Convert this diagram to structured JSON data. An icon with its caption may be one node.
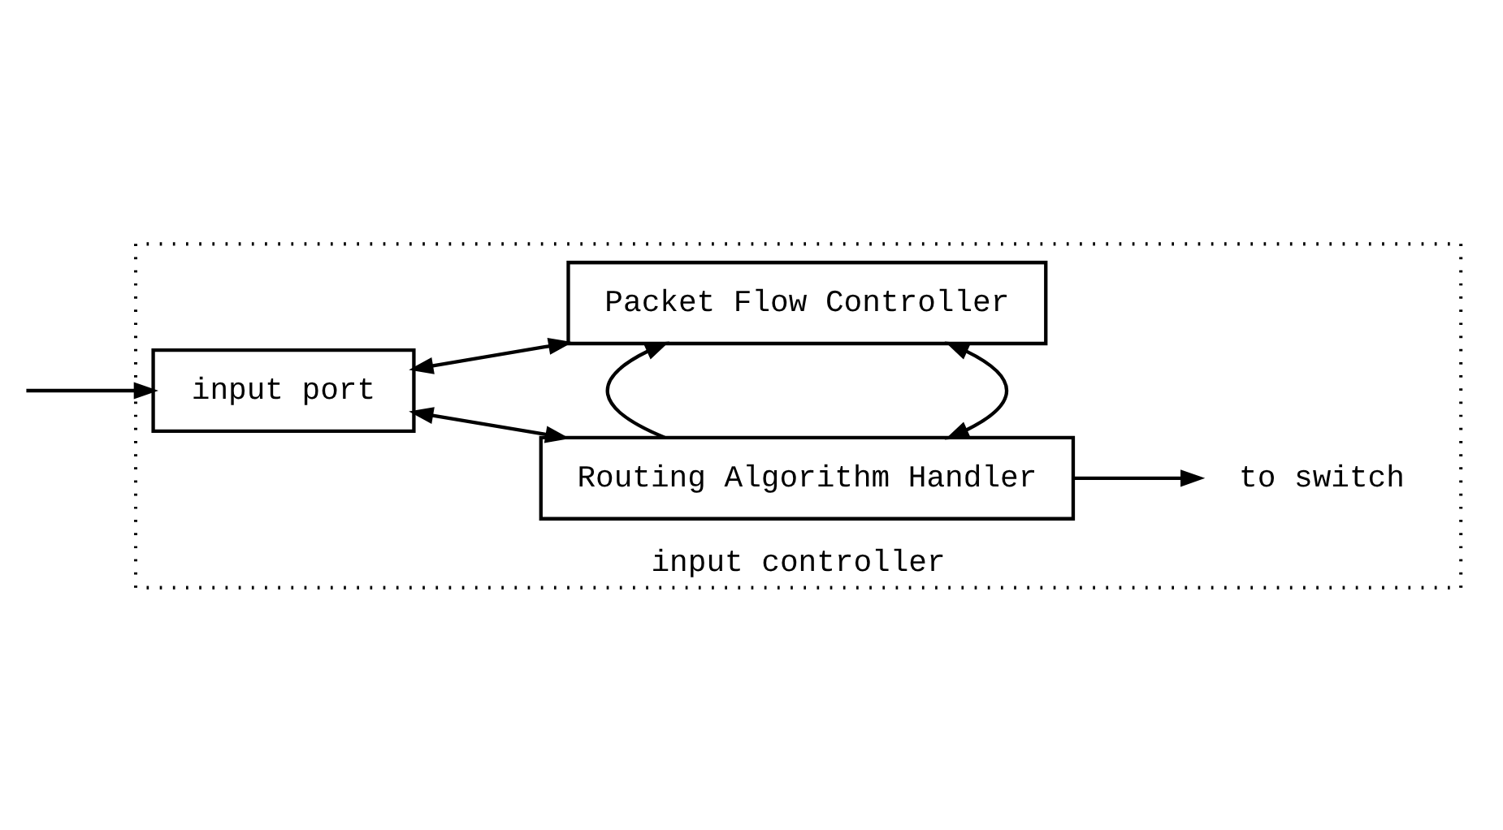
{
  "diagram": {
    "nodes": [
      {
        "text": [
          "input controller"
        ]
      },
      {
        "text": [
          "input port"
        ],
        "in": 0
      },
      {
        "text": [
          "Routing Algorithm Handler"
        ],
        "in": 0
      },
      {
        "text": [
          "Packet Flow Controller"
        ],
        "in": 0
      },
      {
        "text": [
          "to switch"
        ],
        "in": 0
      }
    ],
    "edges": [
      {
        "from": null,
        "to": 1,
        "arrow": "to"
      },
      {
        "from": 1,
        "to": 2,
        "arrow": "both"
      },
      {
        "from": 1,
        "to": 3,
        "arrow": "both"
      },
      {
        "from": 2,
        "to": 3,
        "arrow": "both"
      },
      {
        "from": 2,
        "to": 4,
        "arrow": "to"
      },
      {
        "from": 2,
        "to": 3,
        "arrow": "to"
      }
    ]
  }
}
